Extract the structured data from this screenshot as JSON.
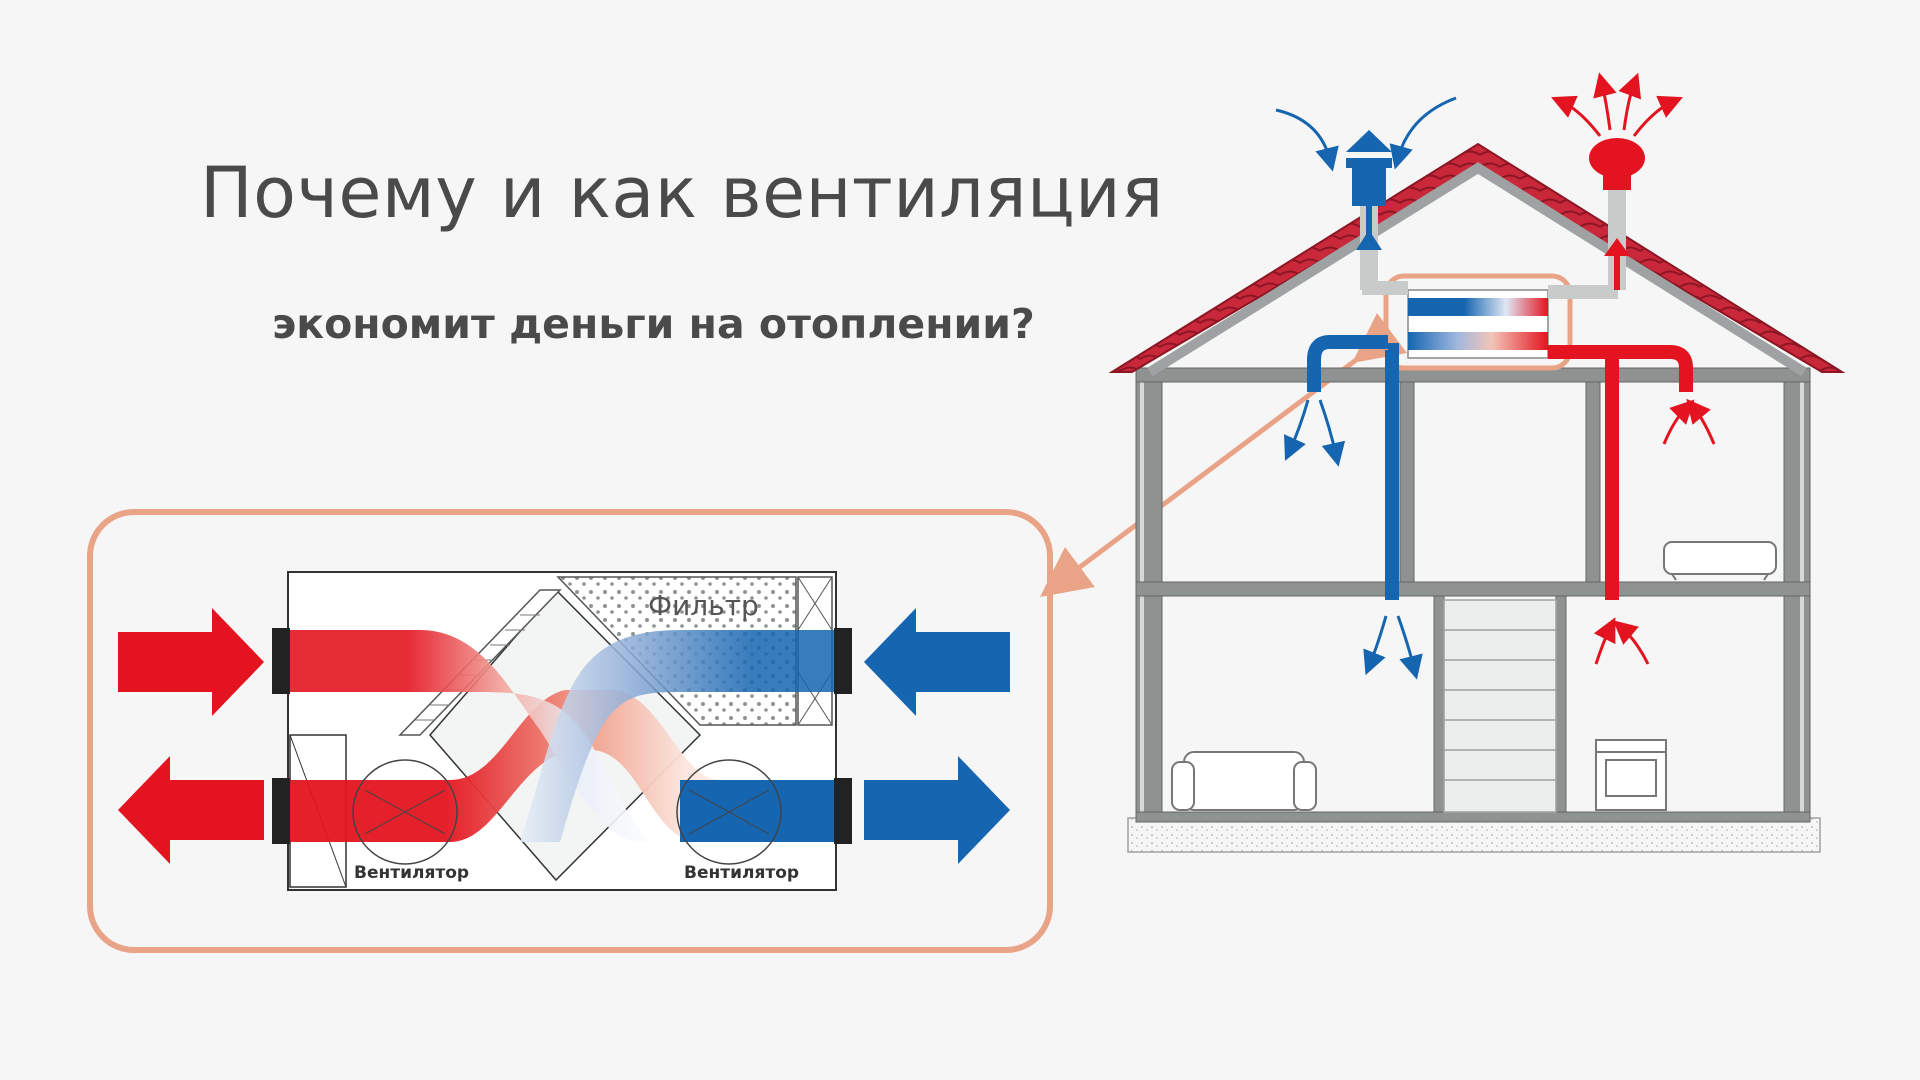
{
  "heading": {
    "title": "Почему и как вентиляция",
    "subtitle": "экономит деньги на отоплении?"
  },
  "detail_unit": {
    "filter_label": "Фильтр",
    "fan_left_label": "Вентилятор",
    "fan_right_label": "Вентилятор"
  },
  "colors": {
    "background": "#f6f6f6",
    "warm": "#e3141f",
    "cold": "#1565b0",
    "highlight_frame": "#e9a487",
    "roof": "#c8283a",
    "wall": "#8e9392",
    "text": "#4a4a4a"
  }
}
